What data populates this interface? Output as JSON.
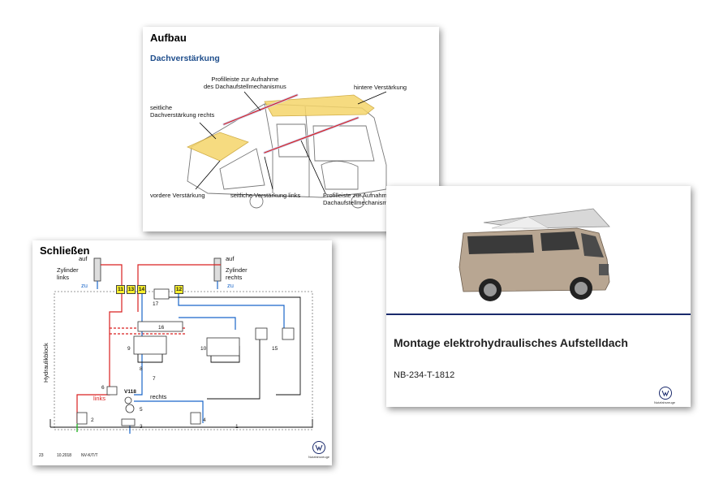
{
  "slide_aufbau": {
    "title": "Aufbau",
    "subtitle": "Dachverstärkung",
    "labels": {
      "profilleiste_top": "Profilleiste zur Aufnahme\ndes Dachaufstellmechanismus",
      "hintere": "hintere Verstärkung",
      "seitliche_rechts": "seitliche\nDachverstärkung rechts",
      "vordere": "vordere Verstärkung",
      "seitliche_links": "seitliche Verstärkung links",
      "profilleiste_bottom": "Profilleiste zur Aufnahme des\nDachaufstellmechanismus"
    }
  },
  "slide_schliessen": {
    "title": "Schließen",
    "side_label": "Hydraulikblock",
    "cyl_left": {
      "state": "auf",
      "name": "Zylinder\nlinks",
      "zu": "zu"
    },
    "cyl_right": {
      "state": "auf",
      "name": "Zylinder\nrechts",
      "zu": "zu"
    },
    "ports": [
      "11",
      "13",
      "14",
      "12"
    ],
    "numbers": {
      "n17": "17",
      "n16": "16",
      "n9": "9",
      "n10": "10",
      "n15": "15",
      "n8": "8",
      "n7": "7",
      "n6": "6",
      "n5": "5",
      "n2": "2",
      "n3": "3",
      "n4": "4",
      "n1": "1"
    },
    "links": "links",
    "rechts": "rechts",
    "v118": "V118",
    "footer": {
      "page": "23",
      "date": "10.2018",
      "dept": "NV-K/T/T"
    },
    "brand": "Nutzfahrzeuge"
  },
  "slide_title": {
    "title": "Montage elektrohydraulisches Aufstelldach",
    "doc_number": "NB-234-T-1812",
    "brand": "Nutzfahrzeuge"
  },
  "colors": {
    "rule": "#1a2a6c",
    "hyd_red": "#d92020",
    "hyd_blue": "#1a66c9",
    "subtitle_blue": "#1f4e8c"
  },
  "icons": [
    "vw-logo"
  ]
}
